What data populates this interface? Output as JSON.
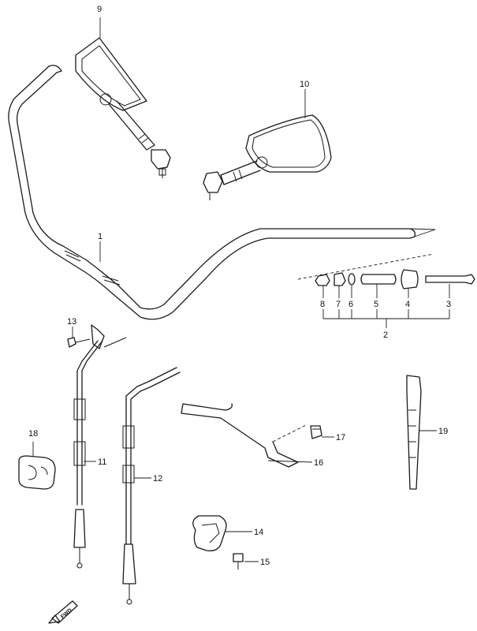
{
  "callouts": {
    "c1": "1",
    "c2": "2",
    "c3": "3",
    "c4": "4",
    "c5": "5",
    "c6": "6",
    "c7": "7",
    "c8": "8",
    "c9": "9",
    "c10": "10",
    "c11": "11",
    "c12": "12",
    "c13": "13",
    "c14": "14",
    "c15": "15",
    "c16": "16",
    "c17": "17",
    "c18": "18",
    "c19": "19"
  },
  "direction_badge": "FWD"
}
